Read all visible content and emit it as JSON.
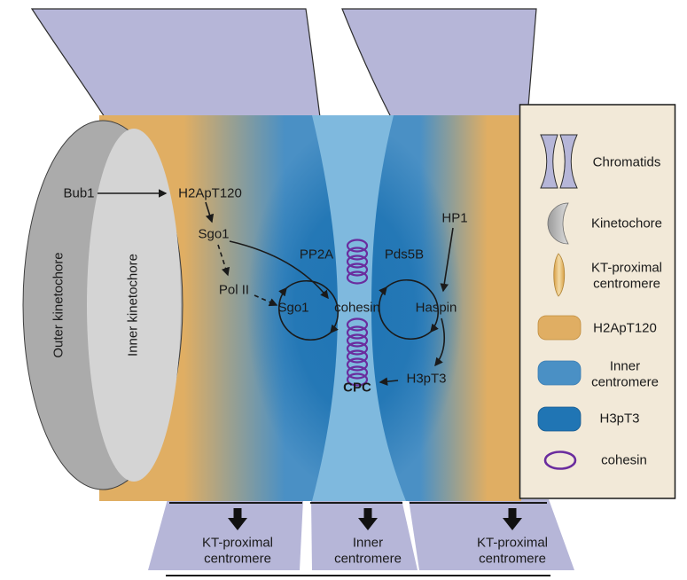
{
  "pathway": {
    "bub1": "Bub1",
    "h2apt120": "H2ApT120",
    "sgo1_upper": "Sgo1",
    "pol2": "Pol II",
    "pp2a": "PP2A",
    "pds5b": "Pds5B",
    "sgo1_center": "Sgo1",
    "cohesin": "cohesin",
    "haspin": "Haspin",
    "hp1": "HP1",
    "cpc": "CPC",
    "h3pt3": "H3pT3"
  },
  "kinetochore": {
    "outer": "Outer kinetochore",
    "inner": "Inner kinetochore"
  },
  "legend": {
    "items": [
      {
        "icon": "chromatids-icon",
        "lines": [
          "Chromatids"
        ]
      },
      {
        "icon": "kinetochore-icon",
        "lines": [
          "Kinetochore"
        ]
      },
      {
        "icon": "kt-proximal-centromere-icon",
        "lines": [
          "KT-proximal",
          "centromere"
        ]
      },
      {
        "icon": "h2apt120-swatch",
        "lines": [
          "H2ApT120"
        ]
      },
      {
        "icon": "inner-centromere-swatch",
        "lines": [
          "Inner",
          "centromere"
        ]
      },
      {
        "icon": "h3pt3-swatch",
        "lines": [
          "H3pT3"
        ]
      },
      {
        "icon": "cohesin-icon",
        "lines": [
          "cohesin"
        ]
      }
    ]
  },
  "bottom": {
    "left": [
      "KT-proximal",
      "centromere"
    ],
    "center": [
      "Inner",
      "centromere"
    ],
    "right": [
      "KT-proximal",
      "centromere"
    ]
  },
  "colors": {
    "chromatid": "#b6b6d8",
    "h2apt120": "#e0ae63",
    "inner_centromere": "#4a90c5",
    "h3pt3": "#2075b4",
    "center_column": "#7fb9de",
    "cohesin": "#6a2c9e",
    "cpc": "#ee1c25",
    "legend_bg": "#f2e9d8",
    "kinetochore_outer": "#ababab",
    "kinetochore_inner": "#d4d4d4"
  }
}
